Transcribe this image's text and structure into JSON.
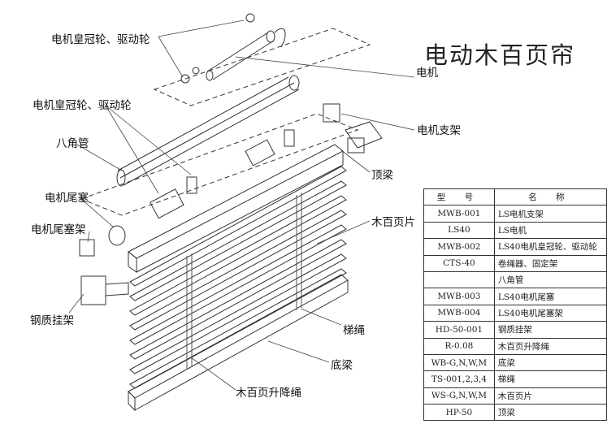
{
  "title": "电动木百页帘",
  "labels": {
    "crown_drive_top": "电机皇冠轮、驱动轮",
    "crown_drive_mid": "电机皇冠轮、驱动轮",
    "octagon_tube": "八角管",
    "motor_end_plug": "电机尾塞",
    "motor_end_bracket": "电机尾塞架",
    "steel_bracket": "钢质挂架",
    "motor": "电机",
    "motor_bracket": "电机支架",
    "top_beam": "顶梁",
    "wood_slat": "木百页片",
    "ladder_cord": "梯绳",
    "bottom_beam": "底梁",
    "lift_cord": "木百页升降绳"
  },
  "table": {
    "headers": [
      "型 号",
      "名 称"
    ],
    "rows": [
      [
        "MWB-001",
        "LS电机支架"
      ],
      [
        "LS40",
        "LS电机"
      ],
      [
        "MWB-002",
        "LS40电机皇冠轮、驱动轮"
      ],
      [
        "CTS-40",
        "卷绳器、固定架"
      ],
      [
        "",
        "八角管"
      ],
      [
        "MWB-003",
        "LS40电机尾塞"
      ],
      [
        "MWB-004",
        "LS40电机尾塞架"
      ],
      [
        "HD-50-001",
        "钢质挂架"
      ],
      [
        "R-0.08",
        "木百页升降绳"
      ],
      [
        "WB-G,N,W,M",
        "底梁"
      ],
      [
        "TS-001,2,3,4",
        "梯绳"
      ],
      [
        "WS-G,N,W,M",
        "木百页片"
      ],
      [
        "HP-50",
        "顶梁"
      ]
    ]
  }
}
